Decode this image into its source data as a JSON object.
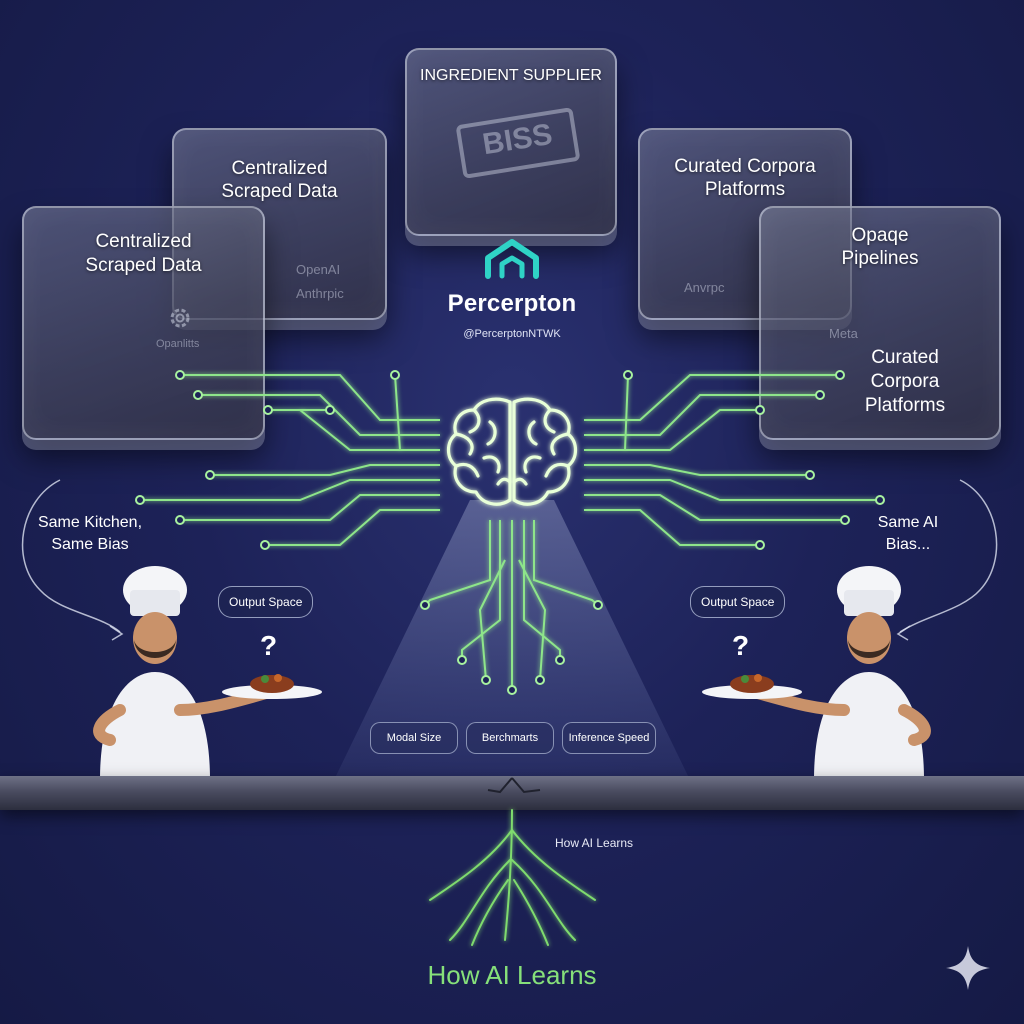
{
  "header": {
    "supplier_title": "INGREDIENT SUPPLIER",
    "stamp_text": "BISS"
  },
  "cubes": {
    "left_front": {
      "title_line1": "Centralized",
      "title_line2": "Scraped Data",
      "faint_logo": "Opanlitts"
    },
    "left_back": {
      "title_line1": "Centralized",
      "title_line2": "Scraped Data",
      "faint_logo1": "OpenAI",
      "faint_logo2": "Anthrpic"
    },
    "right_back": {
      "title_line1": "Curated Corpora",
      "title_line2": "Platforms",
      "faint_logo": "Anvrpc"
    },
    "right_front": {
      "title_line1": "Opaqe",
      "title_line2": "Pipelines",
      "faint_logo": "Meta"
    }
  },
  "right_label": {
    "line1": "Curated",
    "line2": "Corpora",
    "line3": "Platforms"
  },
  "brand": {
    "name": "Percerpton",
    "handle": "@PercerptonNTWK"
  },
  "left_note": {
    "line1": "Same Kitchen,",
    "line2": "Same Bias"
  },
  "right_note": {
    "line1": "Same AI",
    "line2": "Bias..."
  },
  "bubbles": {
    "left": "Output Space",
    "right": "Output Space",
    "question": "?"
  },
  "metrics": [
    "Modal Size",
    "Berchmarts",
    "Inference Speed"
  ],
  "roots_label": "How AI Learns",
  "footer_title": "How AI Learns",
  "colors": {
    "accent_green": "#86e07a",
    "logo_cyan": "#2fd3c6",
    "background": "#1d2258"
  },
  "icons": [
    "house-logo-icon",
    "brain-icon",
    "chef-icon",
    "sparkle-icon",
    "gear-icon"
  ]
}
